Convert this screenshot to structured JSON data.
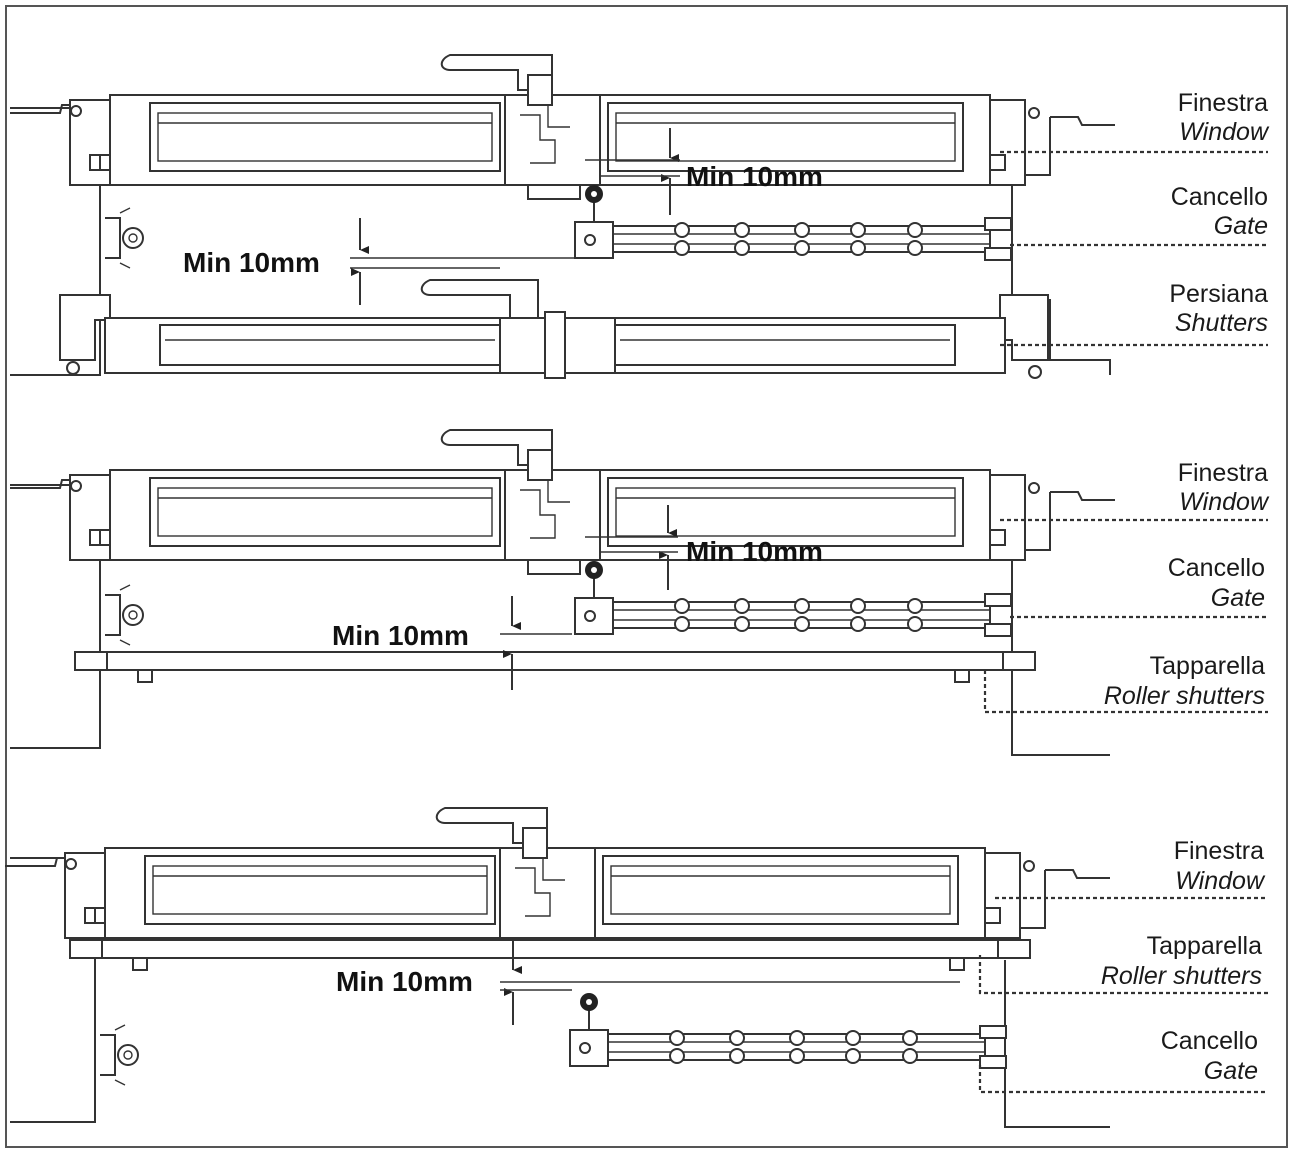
{
  "panels": [
    {
      "labels": [
        {
          "it": "Finestra",
          "en": "Window"
        },
        {
          "it": "Cancello",
          "en": "Gate"
        },
        {
          "it": "Persiana",
          "en": "Shutters"
        }
      ],
      "dimensions": [
        "Min 10mm",
        "Min 10mm"
      ]
    },
    {
      "labels": [
        {
          "it": "Finestra",
          "en": "Window"
        },
        {
          "it": "Cancello",
          "en": "Gate"
        },
        {
          "it": "Tapparella",
          "en": "Roller shutters"
        }
      ],
      "dimensions": [
        "Min 10mm",
        "Min 10mm"
      ]
    },
    {
      "labels": [
        {
          "it": "Finestra",
          "en": "Window"
        },
        {
          "it": "Tapparella",
          "en": "Roller shutters"
        },
        {
          "it": "Cancello",
          "en": "Gate"
        }
      ],
      "dimensions": [
        "Min 10mm"
      ]
    }
  ]
}
